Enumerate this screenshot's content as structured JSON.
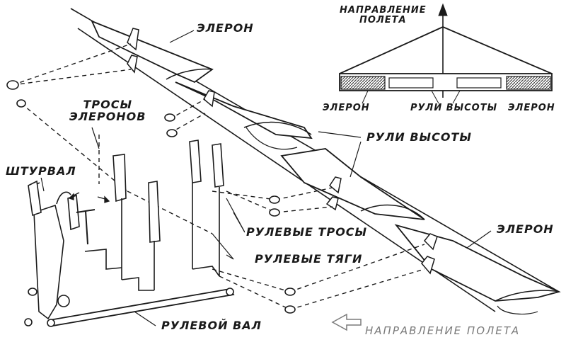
{
  "labels": {
    "aileron_top": "ЭЛЕРОН",
    "aileron_cables": "ТРОСЫ\nЭЛЕРОНОВ",
    "control_wheel": "ШТУРВАЛ",
    "elevators": "РУЛИ ВЫСОТЫ",
    "rudder_cables": "РУЛЕВЫЕ ТРОСЫ",
    "control_rods": "РУЛЕВЫЕ ТЯГИ",
    "aileron_right": "ЭЛЕРОН",
    "control_shaft": "РУЛЕВОЙ ВАЛ",
    "flight_direction_bottom": "НАПРАВЛЕНИЕ ПОЛЕТА"
  },
  "inset": {
    "title": "НАПРАВЛЕНИЕ\nПОЛЕТА",
    "left_aileron": "ЭЛЕРОН",
    "elevators": "РУЛИ ВЫСОТЫ",
    "right_aileron": "ЭЛЕРОН"
  },
  "colors": {
    "ink": "#1a1a1a",
    "hatch": "#555555",
    "arrow_gray": "#8a8a8a"
  }
}
